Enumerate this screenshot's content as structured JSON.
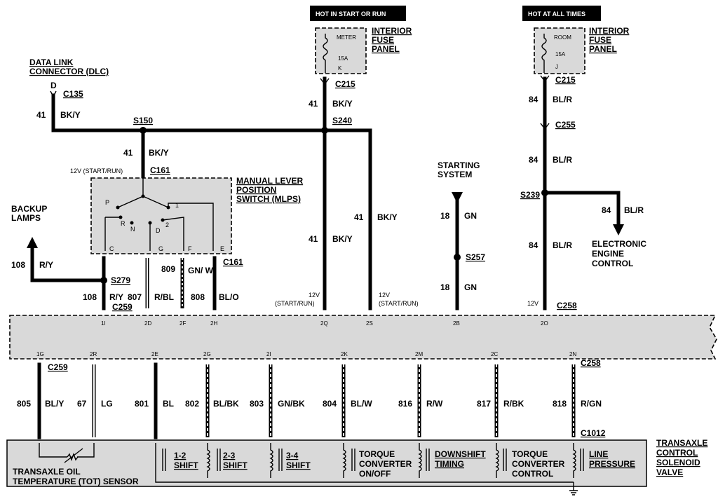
{
  "headers": {
    "hot_start_run": "HOT IN START OR RUN",
    "hot_all_times": "HOT AT ALL TIMES"
  },
  "fuse_panel_1": {
    "title_lines": [
      "INTERIOR",
      "FUSE",
      "PANEL"
    ],
    "fuse_name": "METER",
    "rating": "15A",
    "pin": "K",
    "connector": "C215"
  },
  "fuse_panel_2": {
    "title_lines": [
      "INTERIOR",
      "FUSE",
      "PANEL"
    ],
    "fuse_name": "ROOM",
    "rating": "15A",
    "pin": "J",
    "connector": "C215"
  },
  "dlc": {
    "title_lines": [
      "DATA LINK",
      "CONNECTOR (DLC)"
    ],
    "pin": "D",
    "connector": "C135",
    "circuit": "41",
    "color": "BK/Y"
  },
  "splices": {
    "s150": "S150",
    "s240": "S240",
    "s279": "S279",
    "s257": "S257",
    "s239": "S239"
  },
  "left_branch": {
    "circuit_top": "41",
    "color_top": "BK/Y",
    "voltage": "12V (START/RUN)",
    "c161_top": "C161",
    "c161_bottom": "C161"
  },
  "mlps": {
    "title_lines": [
      "MANUAL LEVER",
      "POSITION",
      "SWITCH (MLPS)"
    ],
    "positions": [
      "P",
      "R",
      "N",
      "D",
      "2",
      "1"
    ],
    "pins": [
      "C",
      "G",
      "F",
      "E"
    ]
  },
  "backup": {
    "title_lines": [
      "BACKUP",
      "LAMPS"
    ],
    "circuit": "108",
    "color": "R/Y"
  },
  "mlps_wires": [
    {
      "circuit": "108",
      "color": "R/Y",
      "pin": "1I"
    },
    {
      "circuit": "807",
      "color": "R/BL",
      "pin": "2D"
    },
    {
      "circuit": "809",
      "color": "GN/ W",
      "pin": "2F"
    },
    {
      "circuit": "808",
      "color": "BL/O",
      "pin": "2H"
    }
  ],
  "c259_top": "C259",
  "fuse1_wires": {
    "circuit": "41",
    "color": "BK/Y",
    "circuit_left": "41",
    "color_left": "BK/Y",
    "circuit_right": "41",
    "color_right": "BK/Y",
    "voltage_left": "12V",
    "voltage_left_sub": "(START/RUN)",
    "voltage_right": "12V",
    "voltage_right_sub": "(START/RUN)",
    "pin_left": "2Q",
    "pin_right": "2S"
  },
  "starting": {
    "title_lines": [
      "STARTING",
      "SYSTEM"
    ],
    "circuit": "18",
    "color": "GN",
    "circuit2": "18",
    "color2": "GN",
    "pin": "2B"
  },
  "fuse2_wires": {
    "circuit": "84",
    "color": "BL/R",
    "c255": "C255",
    "circuit2": "84",
    "color2": "BL/R",
    "circuit3": "84",
    "color3": "BL/R",
    "branch_circuit": "84",
    "branch_color": "BL/R",
    "voltage": "12V",
    "c258": "C258",
    "pin": "2O"
  },
  "eec": {
    "title_lines": [
      "ELECTRONIC",
      "ENGINE",
      "CONTROL"
    ]
  },
  "lower": {
    "c259": "C259",
    "c258": "C258",
    "c1012": "C1012",
    "wires": [
      {
        "pin": "1G",
        "circuit": "805",
        "color": "BL/Y"
      },
      {
        "pin": "2R",
        "circuit": "67",
        "color": "LG"
      },
      {
        "pin": "2E",
        "circuit": "801",
        "color": "BL"
      },
      {
        "pin": "2G",
        "circuit": "802",
        "color": "BL/BK"
      },
      {
        "pin": "2I",
        "circuit": "803",
        "color": "GN/BK"
      },
      {
        "pin": "2K",
        "circuit": "804",
        "color": "BL/W"
      },
      {
        "pin": "2M",
        "circuit": "816",
        "color": "R/W"
      },
      {
        "pin": "2C",
        "circuit": "817",
        "color": "R/BK"
      },
      {
        "pin": "2N",
        "circuit": "818",
        "color": "R/GN"
      }
    ]
  },
  "solenoid": {
    "tot_lines": [
      "TRANSAXLE OIL",
      "TEMPERATURE (TOT) SENSOR"
    ],
    "labels": [
      [
        "1-2",
        "SHIFT"
      ],
      [
        "2-3",
        "SHIFT"
      ],
      [
        "3-4",
        "SHIFT"
      ],
      [
        "TORQUE",
        "CONVERTER",
        "ON/OFF"
      ],
      [
        "DOWNSHIFT",
        "TIMING"
      ],
      [
        "TORQUE",
        "CONVERTER",
        "CONTROL"
      ],
      [
        "LINE",
        "PRESSURE"
      ]
    ],
    "title_lines": [
      "TRANSAXLE",
      "CONTROL",
      "SOLENOID",
      "VALVE"
    ]
  }
}
